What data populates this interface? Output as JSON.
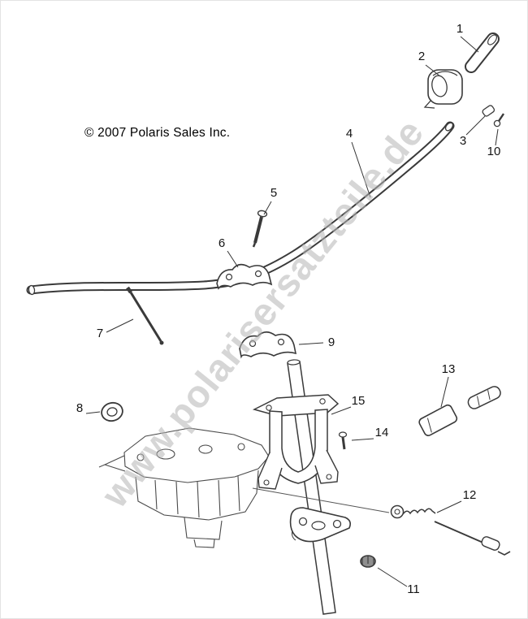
{
  "copyright": "© 2007 Polaris Sales Inc.",
  "watermark": "www.polarisersatzteile.de",
  "part_labels": {
    "p1": "1",
    "p2": "2",
    "p3": "3",
    "p4": "4",
    "p5": "5",
    "p6": "6",
    "p7": "7",
    "p8": "8",
    "p9": "9",
    "p10": "10",
    "p11": "11",
    "p12": "12",
    "p13": "13",
    "p14": "14",
    "p15": "15"
  },
  "colors": {
    "background": "#ffffff",
    "line_art": "#3a3a3a",
    "label_text": "#141414",
    "watermark": "#b6b6b6"
  }
}
